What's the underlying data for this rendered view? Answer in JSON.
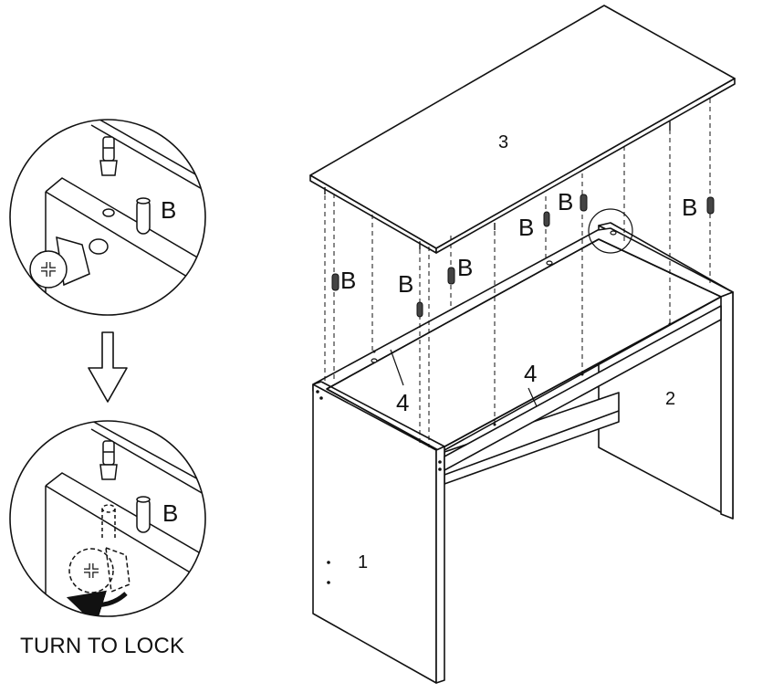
{
  "panels": {
    "top_label": "3",
    "right_side_label": "2",
    "left_side_label": "1",
    "rail_back_label": "4",
    "rail_front_label": "4"
  },
  "dowel_label": "B",
  "detail": {
    "top_dowel_label": "B",
    "bottom_dowel_label": "B",
    "caption": "TURN TO LOCK"
  }
}
